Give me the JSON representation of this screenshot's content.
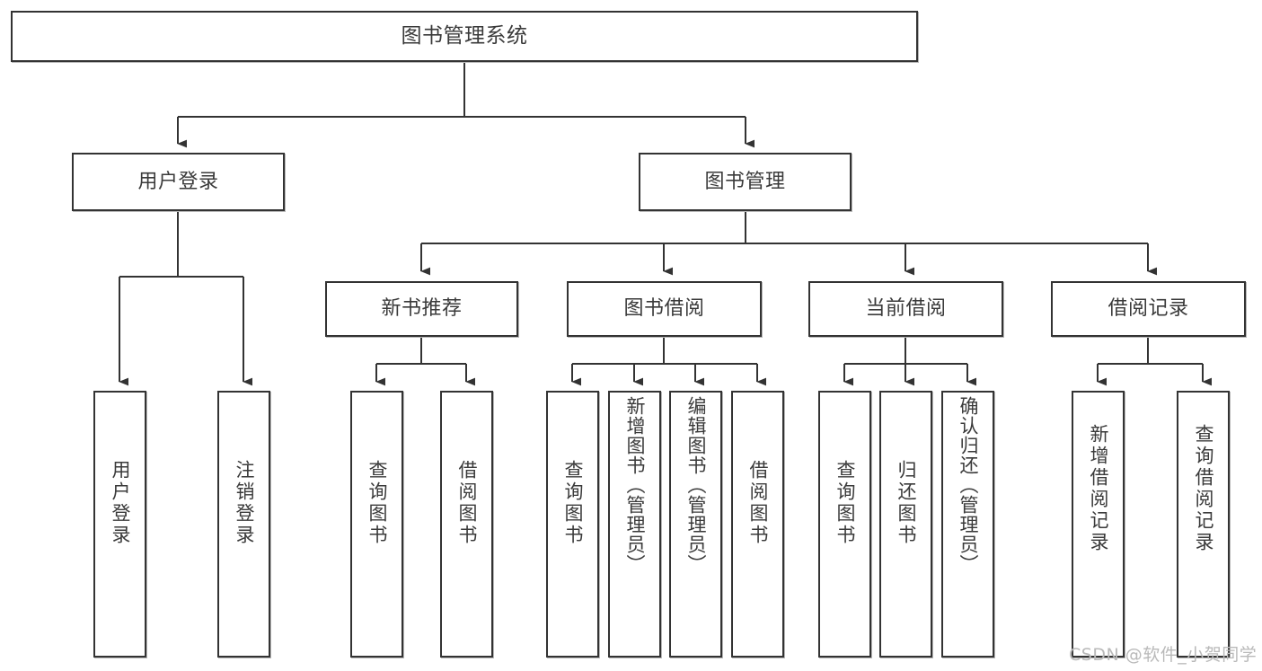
{
  "diagram": {
    "type": "tree-hierarchy",
    "title": "图书管理系统",
    "orientation": "top-down",
    "colors": {
      "box_border": "#333333",
      "box_fill": "#ffffff",
      "text": "#3a3a3a",
      "edge": "#333333",
      "watermark": "#b9b9b9",
      "background": "#ffffff"
    },
    "root": {
      "label": "图书管理系统"
    },
    "level2": [
      {
        "label": "用户登录"
      },
      {
        "label": "图书管理"
      }
    ],
    "level3": [
      {
        "label": "新书推荐"
      },
      {
        "label": "图书借阅"
      },
      {
        "label": "当前借阅"
      },
      {
        "label": "借阅记录"
      }
    ],
    "leaves": {
      "user_login": [
        {
          "label": "用户登录"
        },
        {
          "label": "注销登录"
        }
      ],
      "new_book_recommend": [
        {
          "label": "查询图书"
        },
        {
          "label": "借阅图书"
        }
      ],
      "book_borrow": [
        {
          "label": "查询图书"
        },
        {
          "label": "新增图书（管理员）"
        },
        {
          "label": "编辑图书（管理员）"
        },
        {
          "label": "借阅图书"
        }
      ],
      "current_borrow": [
        {
          "label": "查询图书"
        },
        {
          "label": "归还图书"
        },
        {
          "label": "确认归还（管理员）"
        }
      ],
      "borrow_record": [
        {
          "label": "新增借阅记录"
        },
        {
          "label": "查询借阅记录"
        }
      ]
    }
  },
  "watermark": {
    "text": "CSDN @软件_小贺同学"
  }
}
